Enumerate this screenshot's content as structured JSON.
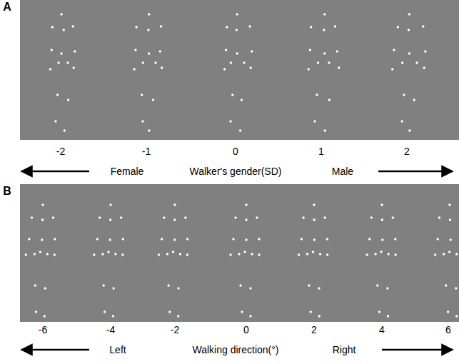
{
  "diagram": {
    "labels": [
      "A",
      "-2",
      "-1",
      "0",
      "1",
      "2",
      "Female",
      "Walker's gender(SD)",
      "Male",
      "B",
      "-6",
      "-4",
      "-2",
      "0",
      "2",
      "4",
      "6",
      "Left",
      "Walking direction(°)",
      "Right"
    ]
  }
}
